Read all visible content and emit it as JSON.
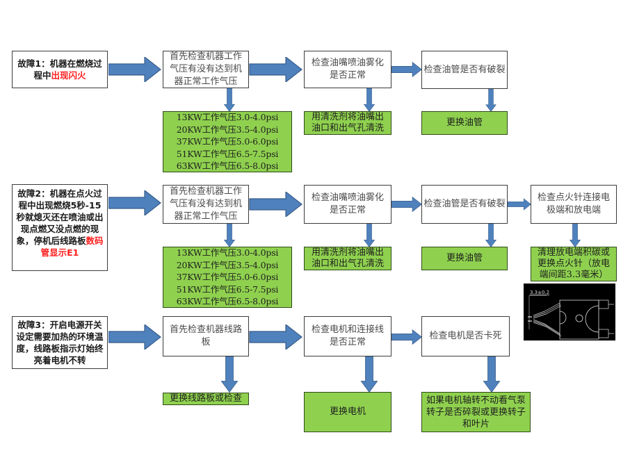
{
  "colors": {
    "arrow": "#4f81bd",
    "arrow_border": "#385d8a",
    "action_box": "#8fd14f",
    "highlight_text": "#ff2020"
  },
  "rows": [
    {
      "fault": {
        "prefix": "故障1：机器在燃烧过程中",
        "highlight": "出现闪火",
        "suffix": ""
      },
      "steps": [
        {
          "check": "首先检查机器工作气压有没有达到机器正常工作气压",
          "action_lines": [
            "13KW工作气压3.0-4.0psi",
            "20KW工作气压3.5-4.0psi",
            "37KW工作气压5.0-6.0psi",
            "51KW工作气压6.5-7.5psi",
            "63KW工作气压6.5-8.0psi"
          ]
        },
        {
          "check": "检查油嘴喷油雾化是否正常",
          "action": "用清洗剂将油嘴出油口和出气孔清洗"
        },
        {
          "check": "检查油管是否有破裂",
          "action": "更换油管"
        }
      ]
    },
    {
      "fault": {
        "prefix": "故障2：机器在点火过程中出现燃烧5秒-15秒就熄灭还在喷油或出现点燃又没点燃的现象，停机后线路板",
        "highlight": "数码管显示E1",
        "suffix": ""
      },
      "steps": [
        {
          "check": "首先检查机器工作气压有没有达到机器正常工作气压",
          "action_lines": [
            "13KW工作气压3.0-4.0psi",
            "20KW工作气压3.5-4.0psi",
            "37KW工作气压5.0-6.0psi",
            "51KW工作气压6.5-7.5psi",
            "63KW工作气压6.5-8.0psi"
          ]
        },
        {
          "check": "检查油嘴喷油雾化是否正常",
          "action": "用清洗剂将油嘴出油口和出气孔清洗"
        },
        {
          "check": "检查油管是否有破裂",
          "action": "更换油管"
        },
        {
          "check": "检查点火针连接电极端和放电端",
          "action": "清理放电端积碳或更换点火针（放电端间距3.3毫米）"
        }
      ],
      "drawing": {
        "dimension_label": "3.3±0.2",
        "icon": "ignition-electrode-drawing"
      }
    },
    {
      "fault": {
        "prefix": "故障3：开启电源开关设定需要加热的环境温度，线路板指示灯始终亮着电机不转",
        "highlight": "",
        "suffix": ""
      },
      "steps": [
        {
          "check": "首先检查机器线路板",
          "action": "更换线路板或检查"
        },
        {
          "check": "检查电机和连接线是否正常",
          "action": "更换电机"
        },
        {
          "check": "检查电机是否卡死",
          "action": "如果电机轴转不动看气泵转子是否碎裂或更换转子和叶片"
        }
      ]
    }
  ]
}
